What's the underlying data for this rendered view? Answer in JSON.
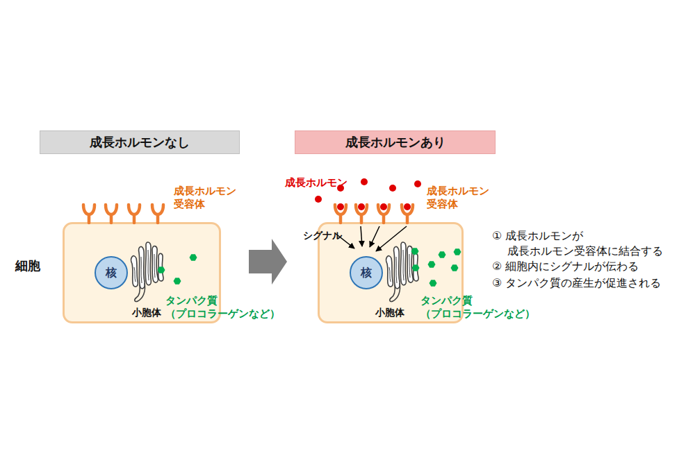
{
  "diagram": {
    "nodes": [
      {
        "text": [
          "成長ホルモンなし"
        ]
      },
      {
        "text": [
          "成長ホルモンあり"
        ]
      },
      {
        "text": [
          "小胞体",
          "タンパク質 （プロコラーゲンなど）"
        ]
      },
      {
        "text": [
          "核"
        ],
        "in": 2
      },
      {
        "text": [
          "小胞体",
          "タンパク質 （プロコラーゲンなど）"
        ]
      },
      {
        "text": [
          "核"
        ],
        "in": 4
      }
    ],
    "edges": [
      {
        "from": 2,
        "to": 4,
        "arrow": "to"
      }
    ],
    "labels": [
      "細胞",
      "成長ホルモン 受容体",
      "成長ホルモン",
      "成長ホルモン 受容体",
      "シグナル",
      "① 成長ホルモンが 成長ホルモン受容体に結合する",
      "② 細胞内にシグナルが伝わる",
      "③ タンパク質の産生が促進される"
    ]
  }
}
